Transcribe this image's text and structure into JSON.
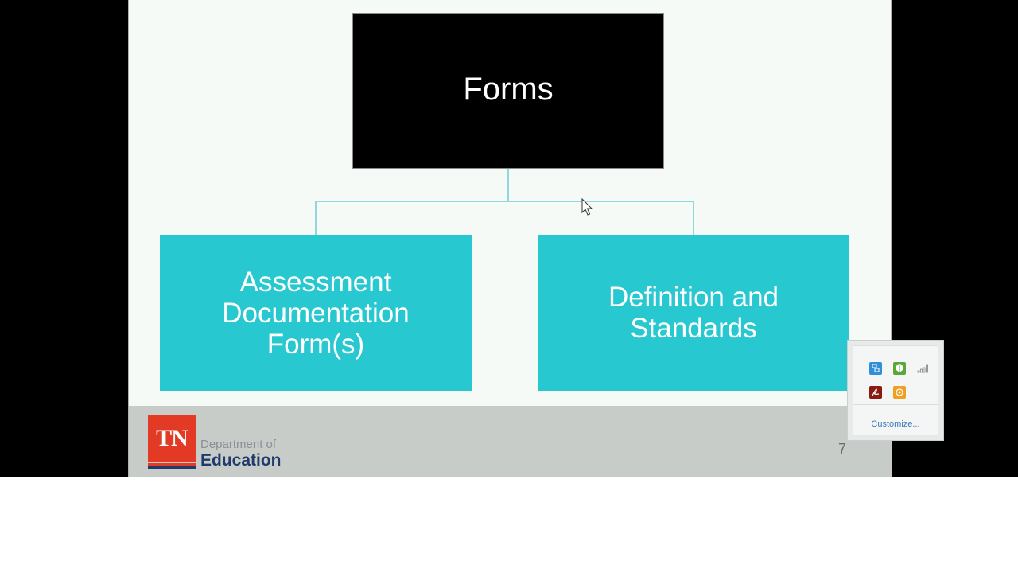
{
  "slide": {
    "root_node": {
      "label": "Forms"
    },
    "child_nodes": [
      {
        "label": "Assessment\nDocumentation\nForm(s)"
      },
      {
        "label": "Definition and\nStandards"
      }
    ],
    "footer": {
      "logo_text": "TN",
      "department_of": "Department of",
      "education": "Education",
      "page_number": "7"
    }
  },
  "colors": {
    "root_fill": "#000000",
    "child_fill": "#27c8cf",
    "connector": "#8fd8dc",
    "slide_background": "#f6faf7",
    "footer_background": "#c8ccc8",
    "tn_red": "#e23a25",
    "tn_navy": "#1f3a6b"
  },
  "tray_overflow": {
    "icons": [
      {
        "name": "network-app-icon",
        "color": "#2f8fd8"
      },
      {
        "name": "green-shield-icon",
        "color": "#5aa83a"
      },
      {
        "name": "signal-bars-icon",
        "color": "#808080"
      },
      {
        "name": "acrobat-icon",
        "color": "#8b1a12"
      },
      {
        "name": "orange-app-icon",
        "color": "#f0a020"
      }
    ],
    "customize_label": "Customize..."
  }
}
